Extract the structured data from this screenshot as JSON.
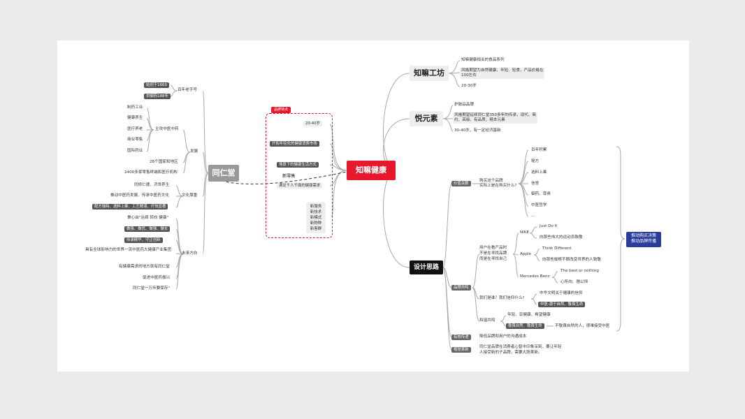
{
  "root": "知嘛健康",
  "brand_tag": "品牌特点",
  "new_retail": "新零售",
  "left": {
    "title": "同仁堂",
    "sections": {
      "heritage": {
        "label": "百年老字号",
        "items": [
          "始创于1669",
          "供御药188年"
        ]
      },
      "develop": {
        "label": "发展",
        "main_business": {
          "label": "主攻中医中药",
          "items": [
            "制药工业",
            "健康养生",
            "医疗养老",
            "商业零售",
            "国际药业"
          ]
        },
        "items": [
          "28个国家和地区",
          "2400多家零售终端和医疗机构"
        ]
      },
      "culture": {
        "label": "文化厚重",
        "items": [
          "同修仁德、济世养生",
          "推动中医药发展、传承中医药文化",
          "配方独特、选料上乘、工艺精湛、疗效显著"
        ]
      },
      "future": {
        "label": "未来方向",
        "items": [
          "秉心由\"治病 转向 健康\"",
          "做强、做优、做强、做长",
          "传承精华、守正创新",
          "具有全球影响力的世界一流中医药大健康产业集团",
          "有健康需求的地方就有同仁堂",
          "促进中医药振兴",
          "同仁堂一万年要保存\""
        ]
      }
    }
  },
  "features": [
    "20-40岁",
    "开拓年轻化的健康消费市场",
    "场景下的健康生活方式",
    "满足千人千面的健康需求",
    "新服务",
    "新技术",
    "新模式",
    "新物种",
    "新客群"
  ],
  "right": {
    "zhimagongfang": {
      "title": "知嘛工坊",
      "items": [
        "知嘛健康相关的食品系列",
        "风格期望为自然健康、年轻、轻食，产品价格在",
        "100左右",
        "20-30岁"
      ]
    },
    "yueyuansu": {
      "title": "悦元素",
      "items": [
        "护肤品品牌",
        "风格期望延续同仁堂350多年的传承，现代、简",
        "约、高级、有品质，精本元素",
        "30-40岁，有一定经济基础"
      ]
    },
    "design": {
      "title": "设计思路",
      "value": {
        "label": "价值关联",
        "question": [
          "购买这个品牌",
          "实际上是在购买什么?"
        ],
        "items": [
          "百年积累",
          "秘方",
          "选料上乘",
          "信誉",
          "御药、尊贵",
          "中医哲学",
          "..."
        ]
      },
      "resonance": {
        "label": "品牌共鸣",
        "question": [
          "用户在看产品时",
          "不是在寻找品牌",
          "而是在寻找自己"
        ],
        "brands": [
          {
            "name": "NIKE",
            "items": [
              "Just Do It",
              "向那些伟大的运动员致敬"
            ]
          },
          {
            "name": "Apple",
            "items": [
              "Think Different",
              "向那些拔根不顾改变世界的人致敬"
            ]
          },
          {
            "name": "Mercedes Benz",
            "items": [
              "The best or nothing",
              "心所向、驰以恒"
            ]
          }
        ],
        "who": {
          "label": "我们是谁？我们信仰什么?",
          "items": [
            "中华文明关于健康的信仰",
            "中医-源于自然、敬畏生命"
          ]
        },
        "harmony": {
          "label": "和谐共鸣",
          "items": [
            "年轻、亚健康、希望健康",
            "敬畏自然、敬畏生命",
            "不敬畏自然的人，很难接受中医"
          ]
        }
      },
      "effective": {
        "label": "有效传递",
        "text": "降低品牌和用户的沟通成本"
      },
      "visual": {
        "label": "视觉革新",
        "text": [
          "同仁堂品牌在消费者心智中印象深刻，要让年轻",
          "人接受新的子品牌，需要大胆革新。"
        ]
      },
      "cta": [
        "推动购买决策",
        "推动品牌传播"
      ]
    }
  }
}
